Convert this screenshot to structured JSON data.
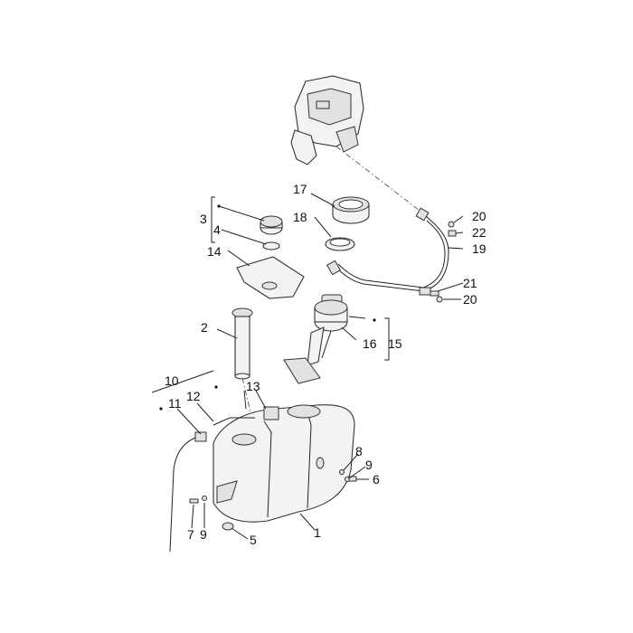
{
  "callouts": [
    "1",
    "2",
    "3",
    "4",
    "5",
    "6",
    "7",
    "8",
    "9",
    "9",
    "10",
    "11",
    "12",
    "13",
    "14",
    "15",
    "16",
    "17",
    "18",
    "19",
    "20",
    "20",
    "21",
    "22"
  ]
}
